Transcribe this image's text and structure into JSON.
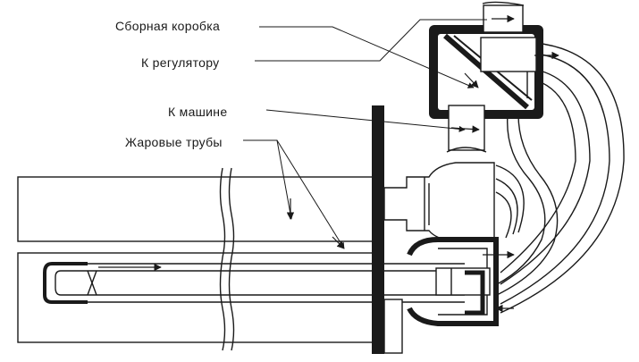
{
  "labels": {
    "collector_box": "Сборная коробка",
    "to_regulator": "К регулятору",
    "to_engine": "К машине",
    "fire_tubes": "Жаровые трубы"
  },
  "colors": {
    "ink": "#1a1a1a",
    "paper": "#ffffff"
  }
}
